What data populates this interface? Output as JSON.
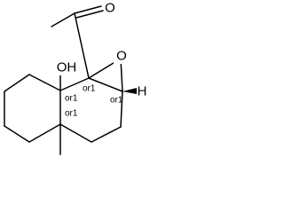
{
  "molecule": {
    "atoms": {
      "carbonyl_oxygen": "O",
      "hydroxyl": "OH",
      "epoxide_oxygen": "O",
      "hydrogen": "H"
    },
    "stereo_labels": [
      "or1",
      "or1",
      "or1",
      "or1"
    ]
  }
}
